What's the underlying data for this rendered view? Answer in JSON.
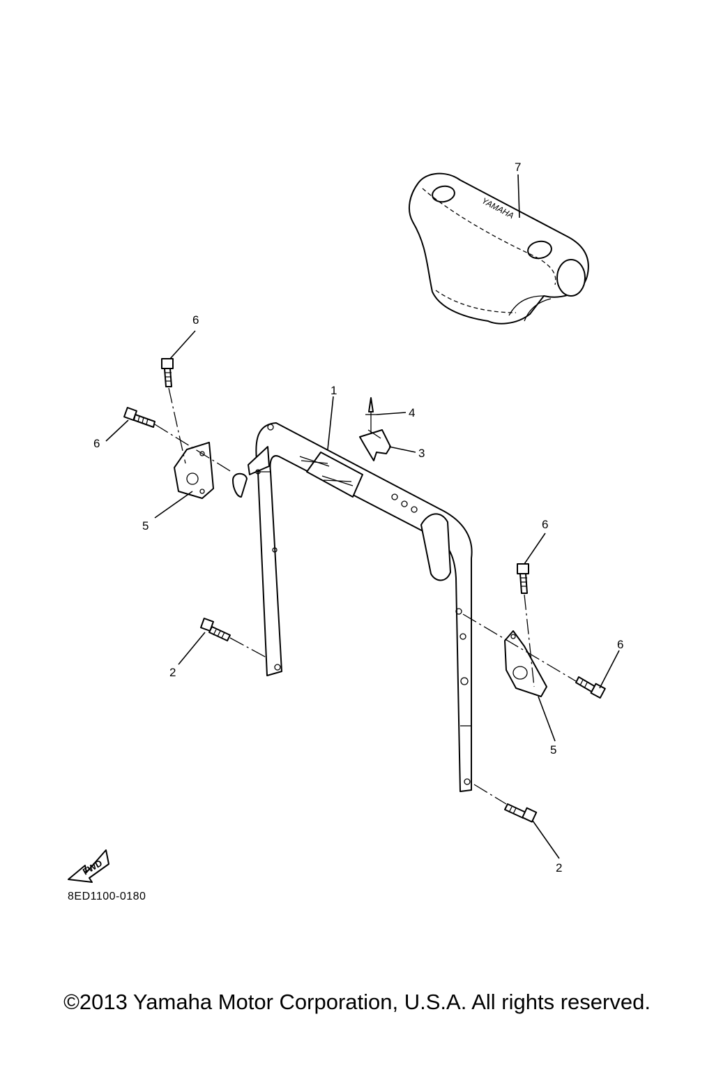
{
  "diagram": {
    "callouts": {
      "c1": "1",
      "c2a": "2",
      "c2b": "2",
      "c3": "3",
      "c4": "4",
      "c5a": "5",
      "c5b": "5",
      "c6a": "6",
      "c6b": "6",
      "c6c": "6",
      "c6d": "6",
      "c7": "7"
    },
    "cover_logo": "YAMAHA",
    "fwd_label": "FWD",
    "diagram_code": "8ED1100-0180"
  },
  "footer": {
    "copyright": "©2013 Yamaha Motor Corporation, U.S.A. All rights reserved."
  }
}
